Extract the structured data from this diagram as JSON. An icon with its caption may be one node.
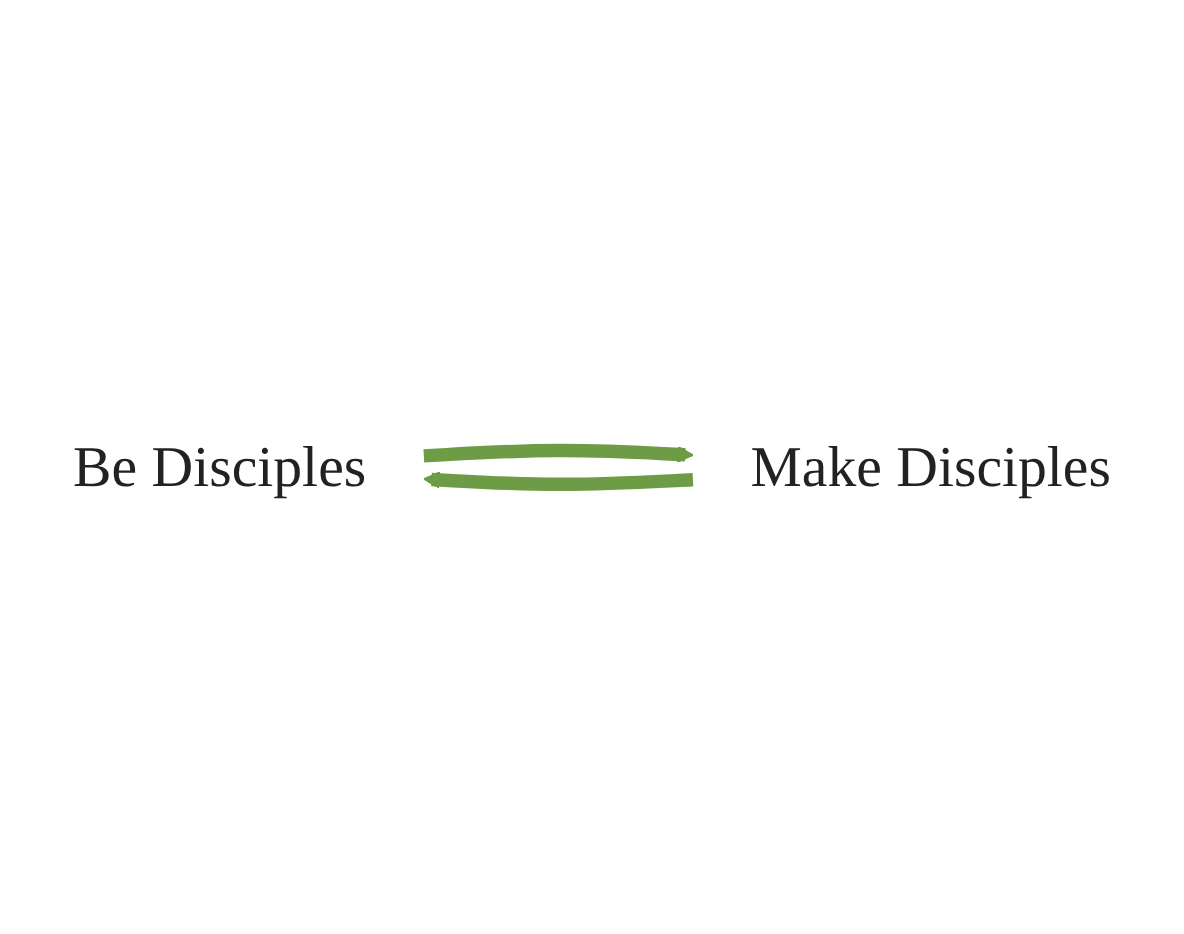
{
  "diagram": {
    "nodes": [
      {
        "text": [
          "Be Disciples"
        ]
      },
      {
        "text": [
          "Make Disciples"
        ]
      }
    ],
    "edges": [
      {
        "from": 0,
        "to": 1,
        "arrow": "to"
      },
      {
        "from": 1,
        "to": 0,
        "arrow": "to"
      }
    ]
  }
}
